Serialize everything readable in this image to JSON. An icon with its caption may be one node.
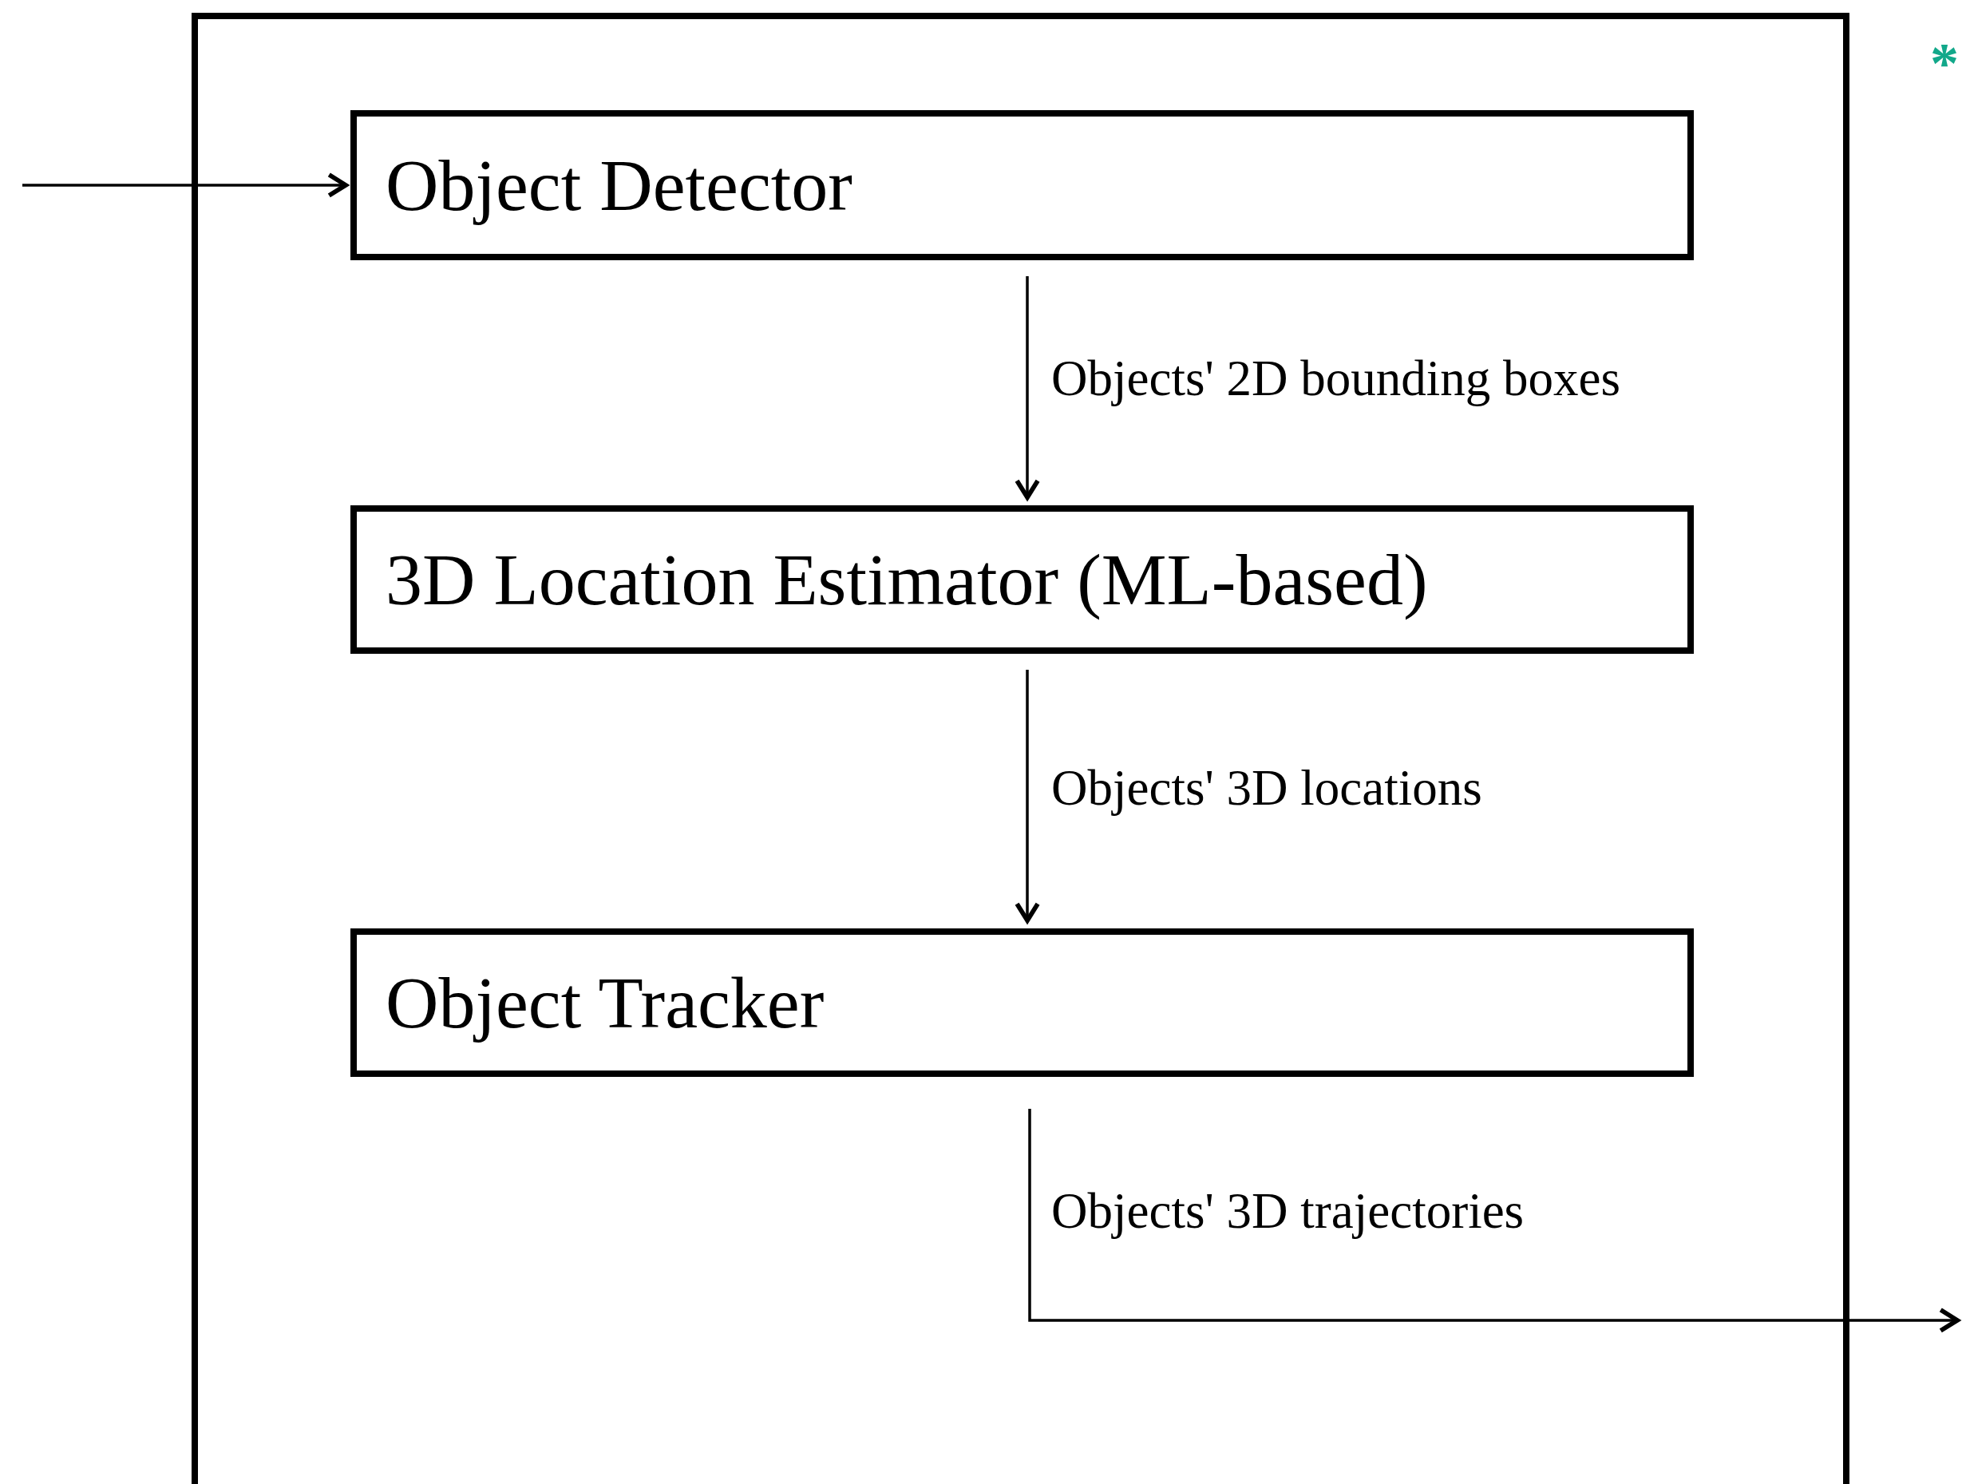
{
  "diagram": {
    "nodes": [
      {
        "text": [],
        "shape": "box"
      },
      {
        "text": [
          "Object Detector"
        ],
        "in": 0
      },
      {
        "text": [
          "3D Location Estimator (ML-based)"
        ],
        "in": 0
      },
      {
        "text": [
          "Object Tracker"
        ],
        "in": 0
      }
    ],
    "edges": [
      {
        "from": null,
        "to": 1,
        "arrow": "to"
      },
      {
        "from": 1,
        "to": 2,
        "arrow": "to",
        "label": "Objects' 2D bounding boxes"
      },
      {
        "from": 2,
        "to": 3,
        "arrow": "to",
        "label": "Objects' 3D locations"
      },
      {
        "from": 3,
        "to": null,
        "arrow": "to",
        "label": "Objects' 3D trajectories"
      }
    ],
    "labels": [
      "*"
    ]
  }
}
